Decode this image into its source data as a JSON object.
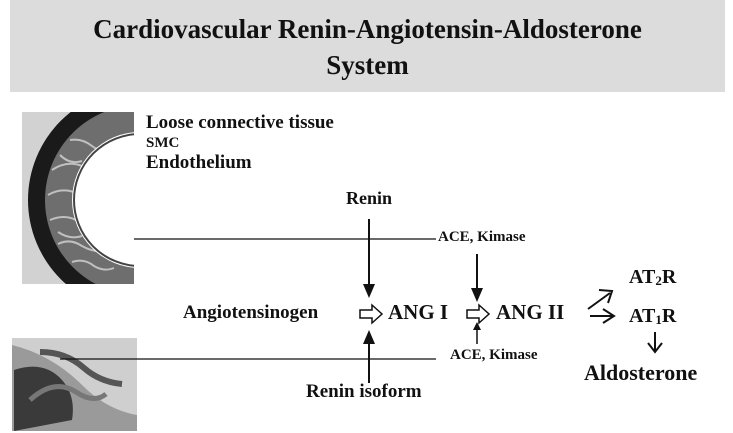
{
  "title": {
    "line1": "Cardiovascular Renin-Angiotensin-Aldosterone",
    "line2": "System"
  },
  "tissue_labels": {
    "layer1": "Loose connective tissue",
    "layer2": "SMC",
    "layer3": "Endothelium"
  },
  "pathway": {
    "renin": "Renin",
    "ace_top": "ACE, Kimase",
    "angiotensinogen": "Angiotensinogen",
    "ang1": "ANG I",
    "ang2": "ANG II",
    "ace_bottom": "ACE, Kimase",
    "renin_isoform": "Renin isoform",
    "at2r": {
      "prefix": "AT",
      "sub": "2",
      "suffix": "R"
    },
    "at1r": {
      "prefix": "AT",
      "sub": "1",
      "suffix": "R"
    },
    "aldosterone": "Aldosterone"
  },
  "colors": {
    "title_band": "#dcdcdc",
    "vessel_outer": "#111111",
    "vessel_wall": "#6a6a6a",
    "tissue_bg": "#c8c8c8"
  }
}
